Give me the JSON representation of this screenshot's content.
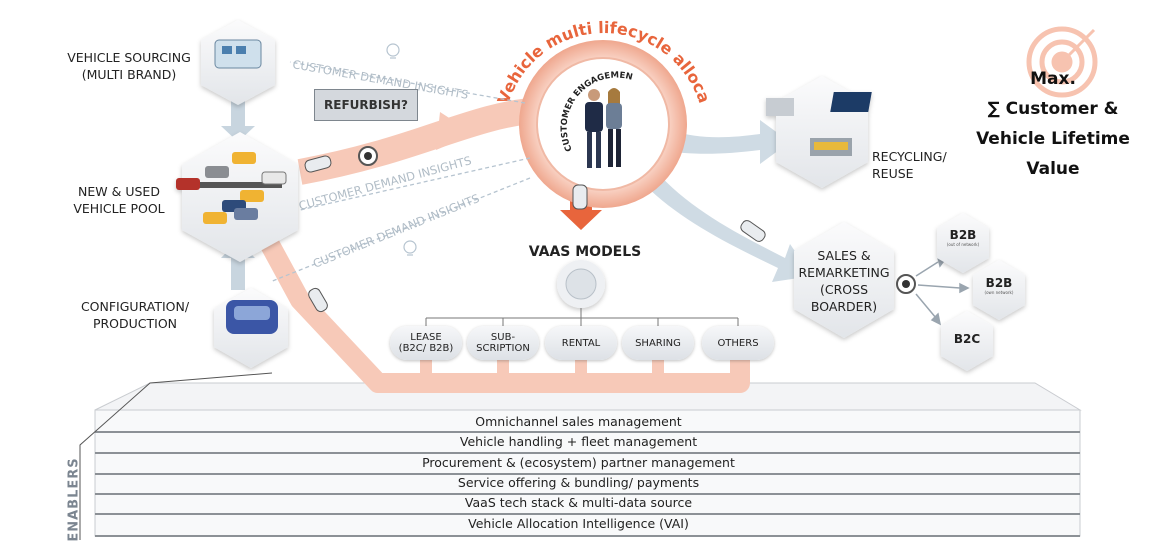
{
  "sources": {
    "vehicle_sourcing": [
      "VEHICLE SOURCING",
      "(MULTI BRAND)"
    ],
    "vehicle_pool": [
      "NEW & USED",
      "VEHICLE POOL"
    ],
    "configuration": [
      "CONFIGURATION/",
      "PRODUCTION"
    ]
  },
  "refurbish": "REFURBISH?",
  "insights": [
    "CUSTOMER DEMAND INSIGHTS",
    "CUSTOMER DEMAND INSIGHTS",
    "CUSTOMER DEMAND INSIGHTS"
  ],
  "lifecycle_title": "Vehicle multi lifecycle allocation",
  "customer_engagement": "CUSTOMER ENGAGEMENT",
  "vaas_models": {
    "title": "VAAS MODELS",
    "items": [
      "LEASE\n(B2C/ B2B)",
      "SUB-\nSCRIPTION",
      "RENTAL",
      "SHARING",
      "OTHERS"
    ]
  },
  "recycling": [
    "RECYCLING/",
    "REUSE"
  ],
  "sales": [
    "SALES &",
    "REMARKETING",
    "(CROSS",
    "BOARDER)"
  ],
  "channels": [
    {
      "label": "B2B",
      "sub": "(out of network)"
    },
    {
      "label": "B2B",
      "sub": "(own network)"
    },
    {
      "label": "B2C",
      "sub": ""
    }
  ],
  "max_value": [
    "Max.",
    "∑ Customer &",
    "Vehicle Lifetime",
    "Value"
  ],
  "enablers": {
    "label": "ENABLERS",
    "layers": [
      "Omnichannel sales management",
      "Vehicle handling + fleet management",
      "Procurement & (ecosystem) partner management",
      "Service offering & bundling/ payments",
      "VaaS tech stack & multi-data source",
      "Vehicle Allocation Intelligence (VAI)"
    ]
  },
  "colors": {
    "flow": "#f6c2b2",
    "arrow": "#cbd8e3",
    "accent": "#e8653c",
    "hex": "#f1f2f4"
  }
}
